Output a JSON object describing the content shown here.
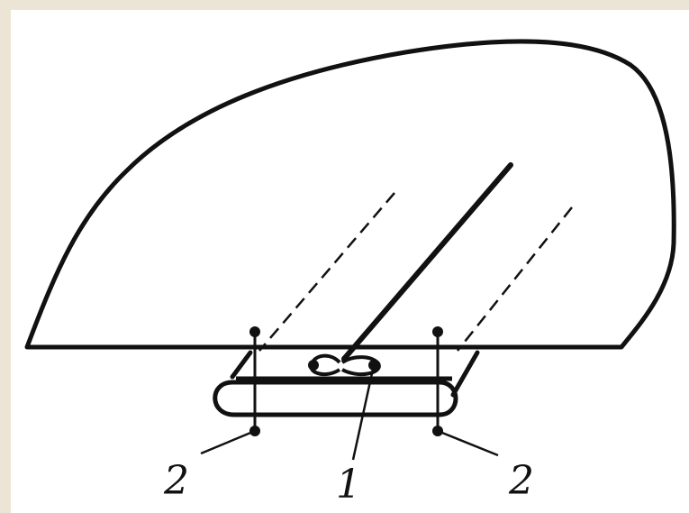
{
  "diagram": {
    "labels": {
      "left_point": "2",
      "center_point": "1",
      "right_point": "2"
    },
    "colors": {
      "background_frame": "#ece5d6",
      "panel": "#ffffff",
      "ink": "#111111"
    }
  }
}
